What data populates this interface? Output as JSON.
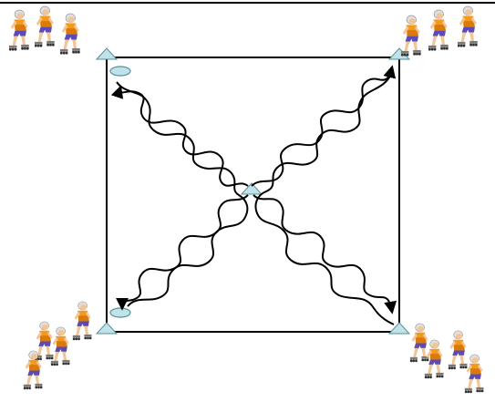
{
  "diagram": {
    "kind": "skating drill – four groups skating wavy paths through a center cone",
    "colors": {
      "line": "#000000",
      "cone_fill": "#bfe3e8",
      "cone_stroke": "#5a8f99",
      "spot_fill": "#bfe3e8",
      "shirt": "#f39a1e",
      "shirt_shadow": "#d97a0a",
      "shorts": "#5b4ab8",
      "skin": "#f2c596",
      "hair": "#6b3b12",
      "helmet": "#e0e0e0",
      "skate": "#7a7a7a",
      "wheel": "#303030"
    },
    "icons": [
      "inline-skater-icon",
      "cone-icon",
      "spot-marker-icon",
      "arrow-icon"
    ],
    "groups": [
      {
        "name": "top-left",
        "skaters": 3
      },
      {
        "name": "top-right",
        "skaters": 3
      },
      {
        "name": "bottom-left",
        "skaters": 4
      },
      {
        "name": "bottom-right",
        "skaters": 4
      }
    ]
  }
}
